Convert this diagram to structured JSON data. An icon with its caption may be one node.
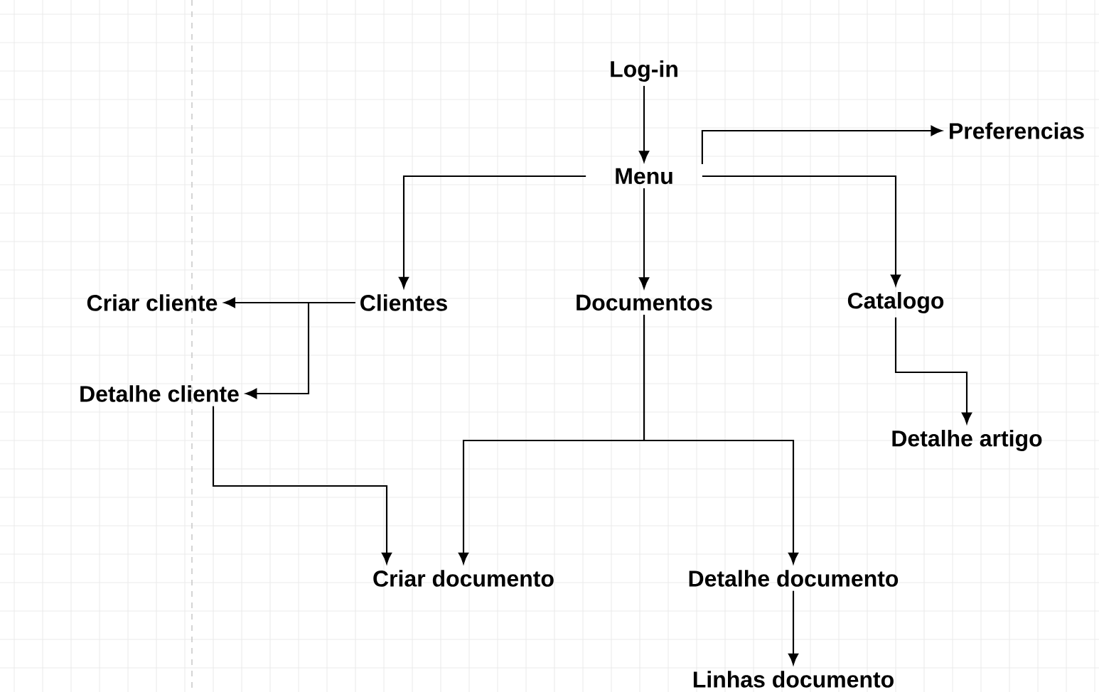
{
  "diagram": {
    "nodes": [
      {
        "text": [
          "Log-in"
        ]
      },
      {
        "text": [
          "Menu"
        ]
      },
      {
        "text": [
          "Preferencias"
        ]
      },
      {
        "text": [
          "Clientes"
        ]
      },
      {
        "text": [
          "Documentos"
        ]
      },
      {
        "text": [
          "Catalogo"
        ]
      },
      {
        "text": [
          "Criar cliente"
        ]
      },
      {
        "text": [
          "Detalhe cliente"
        ]
      },
      {
        "text": [
          "Detalhe artigo"
        ]
      },
      {
        "text": [
          "Criar documento"
        ]
      },
      {
        "text": [
          "Detalhe documento"
        ]
      },
      {
        "text": [
          "Linhas documento"
        ]
      }
    ],
    "edges": [
      {
        "from": 0,
        "to": 1,
        "arrow": "to"
      },
      {
        "from": 1,
        "to": 2,
        "arrow": "to"
      },
      {
        "from": 1,
        "to": 3,
        "arrow": "to"
      },
      {
        "from": 1,
        "to": 4,
        "arrow": "to"
      },
      {
        "from": 1,
        "to": 5,
        "arrow": "to"
      },
      {
        "from": 3,
        "to": 6,
        "arrow": "to"
      },
      {
        "from": 3,
        "to": 7,
        "arrow": "to"
      },
      {
        "from": 5,
        "to": 8,
        "arrow": "to"
      },
      {
        "from": 4,
        "to": 9,
        "arrow": "to"
      },
      {
        "from": 4,
        "to": 10,
        "arrow": "to"
      },
      {
        "from": 7,
        "to": 9,
        "arrow": "to"
      },
      {
        "from": 10,
        "to": 11,
        "arrow": "to"
      }
    ]
  }
}
